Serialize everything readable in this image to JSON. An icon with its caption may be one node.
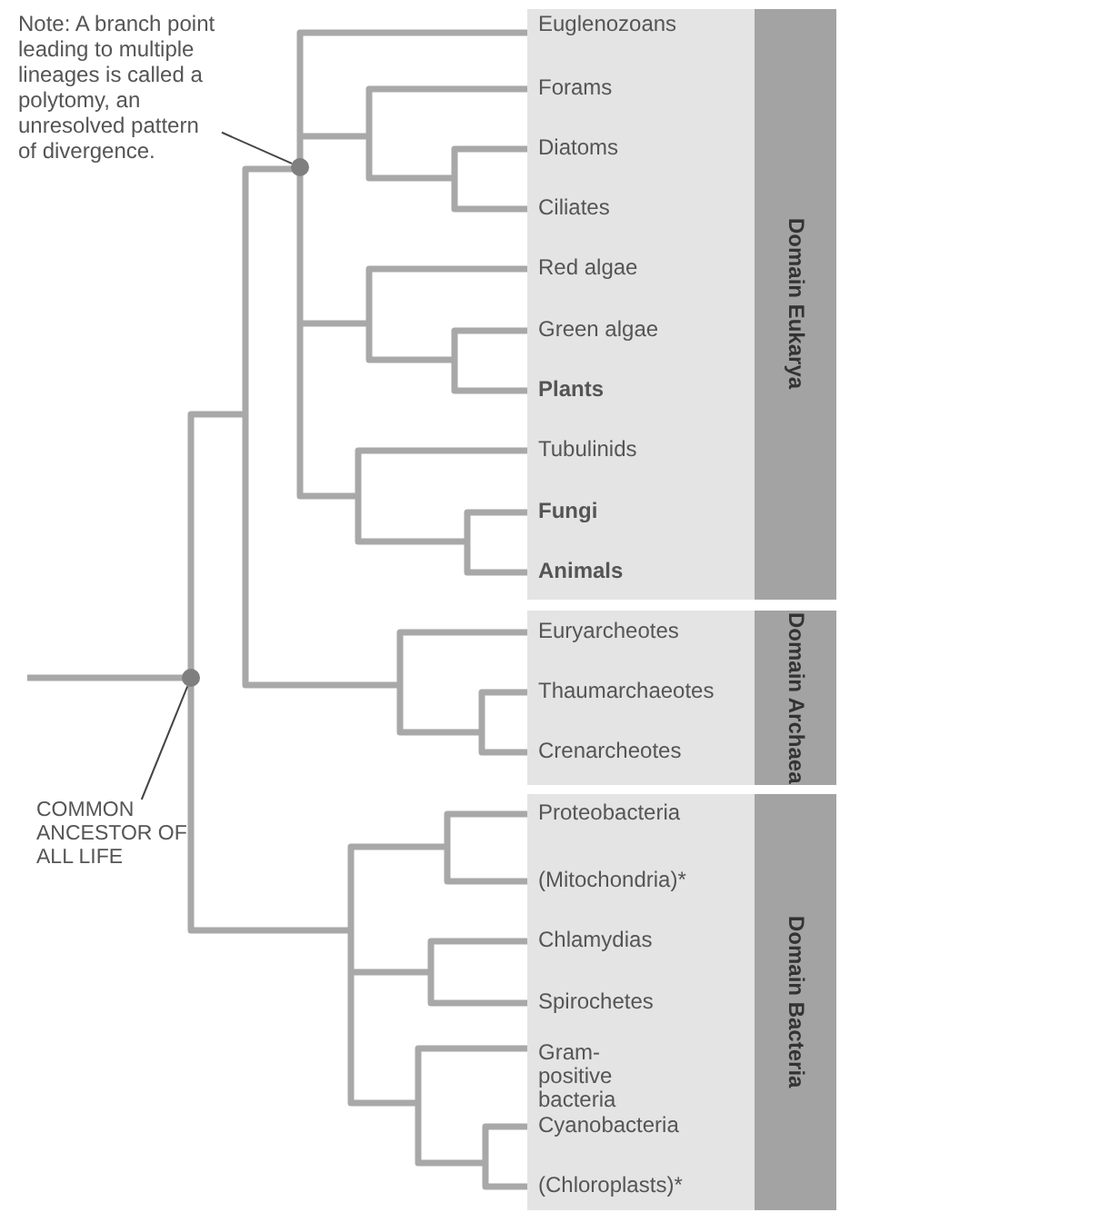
{
  "diagram": {
    "nodes": [
      {
        "text": [
          "Note: A branch point leading to multiple lineages is called a polytomy, an unresolved pattern of divergence."
        ]
      },
      {
        "text": [],
        "shape": "circle"
      },
      {
        "text": [
          "Domain Eukarya"
        ]
      },
      {
        "text": [
          "Euglenozoans"
        ],
        "in": 2
      },
      {
        "text": [
          "Forams"
        ],
        "in": 2
      },
      {
        "text": [
          "Diatoms"
        ],
        "in": 2
      },
      {
        "text": [
          "Ciliates"
        ],
        "in": 2
      },
      {
        "text": [
          "Red algae"
        ],
        "in": 2
      },
      {
        "text": [
          "Green algae"
        ],
        "in": 2
      },
      {
        "text": [
          "Plants"
        ],
        "in": 2
      },
      {
        "text": [
          "Tubulinids"
        ],
        "in": 2
      },
      {
        "text": [
          "Fungi"
        ],
        "in": 2
      },
      {
        "text": [
          "Animals"
        ],
        "in": 2
      },
      {
        "text": [
          "Domain Archaea"
        ]
      },
      {
        "text": [
          "Euryarcheotes"
        ],
        "in": 13
      },
      {
        "text": [
          "Thaumarchaeotes"
        ],
        "in": 13
      },
      {
        "text": [
          "Crenarcheotes"
        ],
        "in": 13
      },
      {
        "text": [
          "Domain Bacteria"
        ]
      },
      {
        "text": [
          "Proteobacteria"
        ],
        "in": 17
      },
      {
        "text": [
          "(Mitochondria)*"
        ],
        "in": 17
      },
      {
        "text": [
          "Chlamydias"
        ],
        "in": 17
      },
      {
        "text": [
          "Spirochetes"
        ],
        "in": 17
      },
      {
        "text": [
          "Gram-positive bacteria"
        ],
        "in": 17
      },
      {
        "text": [
          "Cyanobacteria"
        ],
        "in": 17
      },
      {
        "text": [
          "(Chloroplasts)*"
        ],
        "in": 17
      },
      {
        "text": [
          "COMMON ANCESTOR OF ALL LIFE"
        ]
      },
      {
        "text": [],
        "shape": "circle"
      }
    ],
    "edges": [
      {
        "from": 0,
        "to": 1,
        "arrow": "none"
      },
      {
        "from": 25,
        "to": 26,
        "arrow": "none"
      }
    ]
  }
}
